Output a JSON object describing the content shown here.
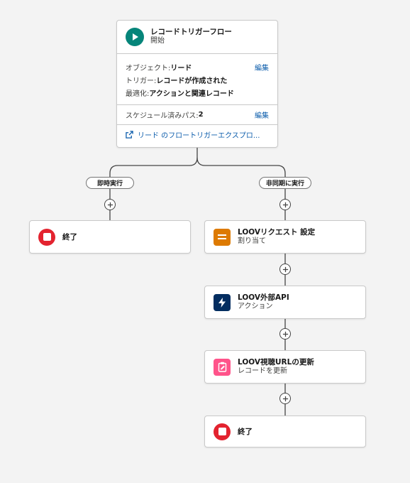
{
  "start": {
    "title": "レコードトリガーフロー",
    "subtitle": "開始",
    "object_label": "オブジェクト: ",
    "object_value": "リード",
    "trigger_label": "トリガー: ",
    "trigger_value": "レコードが作成された",
    "optimize_label": "最適化: ",
    "optimize_value": "アクションと関連レコード",
    "scheduled_label": "スケジュール済みパス: ",
    "scheduled_value": "2",
    "edit_label": "編集",
    "explorer_link": "リード のフロートリガーエクスプロ..."
  },
  "branches": {
    "left_label": "即時実行",
    "right_label": "非同期に実行"
  },
  "left_end": {
    "title": "終了"
  },
  "nodes": [
    {
      "title": "LOOVリクエスト 設定",
      "subtitle": "割り当て",
      "color": "#dd7a01",
      "icon": "assignment-icon"
    },
    {
      "title": "LOOV外部API",
      "subtitle": "アクション",
      "color": "#032d60",
      "icon": "lightning-icon"
    },
    {
      "title": "LOOV視聴URLの更新",
      "subtitle": "レコードを更新",
      "color": "#ff538a",
      "icon": "update-record-icon"
    }
  ],
  "right_end": {
    "title": "終了"
  },
  "colors": {
    "start_icon": "#06857a",
    "end_icon": "#e3232f",
    "link": "#0b5cab"
  }
}
